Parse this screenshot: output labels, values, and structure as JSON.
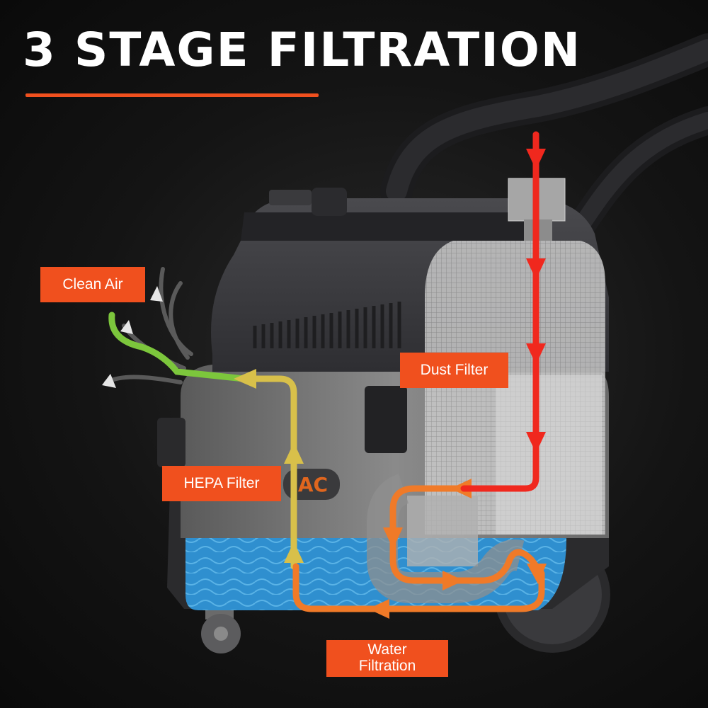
{
  "title": "3 STAGE FILTRATION",
  "brand_fragment": "AC",
  "labels": {
    "clean_air": "Clean Air",
    "dust_filter": "Dust Filter",
    "hepa_filter": "HEPA Filter",
    "water_line1": "Water",
    "water_line2": "Filtration"
  },
  "colors": {
    "accent": "#f0501e",
    "dirty_air": "#f0281e",
    "water_stage": "#f07a28",
    "hepa_stage": "#d8c04a",
    "clean_air": "#7cc63c"
  }
}
